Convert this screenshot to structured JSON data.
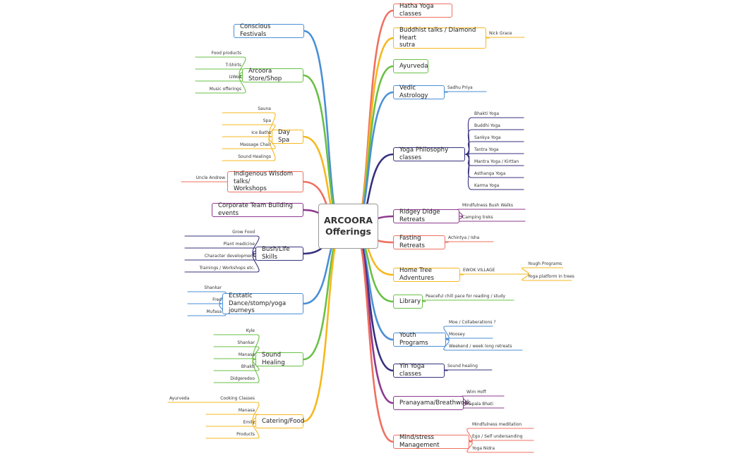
{
  "central": {
    "label": "ARCOORA\nOfferings"
  },
  "colors": {
    "blue": "#4a8fd6",
    "green": "#6ac045",
    "orange": "#f6b81f",
    "red": "#ef7060",
    "purple": "#8d3a8f",
    "navy": "#36317d"
  },
  "left_topics": [
    {
      "label": "Conscious Festivals",
      "color": "blue",
      "subs": []
    },
    {
      "label": "Arcoora Store/Shop",
      "color": "green",
      "subs": [
        "Food products",
        "T-Shirts",
        "IzWoz",
        "Music offerings"
      ]
    },
    {
      "label": "Day Spa",
      "color": "orange",
      "subs": [
        "Sauna",
        "Spa",
        "Ice Baths",
        "Massage Chair",
        "Sound Healings"
      ]
    },
    {
      "label": "Indigenous Wisdom talks/\nWorkshops",
      "color": "red",
      "subs": [
        "Uncle Andrew"
      ]
    },
    {
      "label": "Corporate Team Building events",
      "color": "purple",
      "subs": []
    },
    {
      "label": "Bush/Life Skills",
      "color": "navy",
      "subs": [
        "Grow Food",
        "Plant medicine",
        "Character development",
        "Trainings / Workshops etc."
      ]
    },
    {
      "label": "Ecstatic Dance/stomp/yoga\njourneys",
      "color": "blue",
      "subs": [
        "Shankar",
        "Fred",
        "Mufasa"
      ]
    },
    {
      "label": "Sound Healing",
      "color": "green",
      "subs": [
        "Kyle",
        "Shankar",
        "Manasa",
        "Bhakti",
        "Didgeredoo"
      ]
    },
    {
      "label": "Catering/Food",
      "color": "orange",
      "subs": [
        "Cooking Classes",
        "Manasa",
        "Emily",
        "Products"
      ],
      "subsub": "Ayurveda"
    }
  ],
  "right_topics": [
    {
      "label": "Hatha Yoga classes",
      "color": "red",
      "subs": []
    },
    {
      "label": "Buddhist talks / Diamond Heart\nsutra",
      "color": "orange",
      "subs": [
        "Nick Grace"
      ]
    },
    {
      "label": "Ayurveda",
      "color": "green",
      "subs": []
    },
    {
      "label": "Vedic Astrology",
      "color": "blue",
      "subs": [
        "Sadhu Priya"
      ]
    },
    {
      "label": "Yoga Philosophy classes",
      "color": "navy",
      "subs": [
        "Bhakti Yoga",
        "Buddhi Yoga",
        "Sankya Yoga",
        "Tantra Yoga",
        "Mantra Yoga / Kirttan",
        "Asthanga Yoga",
        "Karma Yoga"
      ]
    },
    {
      "label": "Ridgey Didge Retreats",
      "color": "purple",
      "subs": [
        "Mindfulness Bush Walks",
        "Camping treks"
      ]
    },
    {
      "label": "Fasting Retreats",
      "color": "red",
      "subs": [
        "Achintya / Isha"
      ]
    },
    {
      "label": "Home Tree Adventures",
      "color": "orange",
      "subs": [
        "EWOK VILLAGE"
      ],
      "subsubs": [
        "Yough Programs",
        "Yoga platform in trees"
      ]
    },
    {
      "label": "Library",
      "color": "green",
      "subs": [
        "Peaceful chill pace for reading / study"
      ]
    },
    {
      "label": "Youth Programs",
      "color": "blue",
      "subs": [
        "Moe / Collaberations ?",
        "Moosey",
        "Weekend / week long retreats"
      ]
    },
    {
      "label": "Yin Yoga classes",
      "color": "navy",
      "subs": [
        "Sound healing"
      ]
    },
    {
      "label": "Pranayama/Breathwork",
      "color": "purple",
      "subs": [
        "Wim Hoff",
        "Kapala Bhati"
      ]
    },
    {
      "label": "Mind/stress Management",
      "color": "red",
      "subs": [
        "Mindfulness meditation",
        "Ego / Self undersanding",
        "Yoga Nidra"
      ]
    }
  ]
}
